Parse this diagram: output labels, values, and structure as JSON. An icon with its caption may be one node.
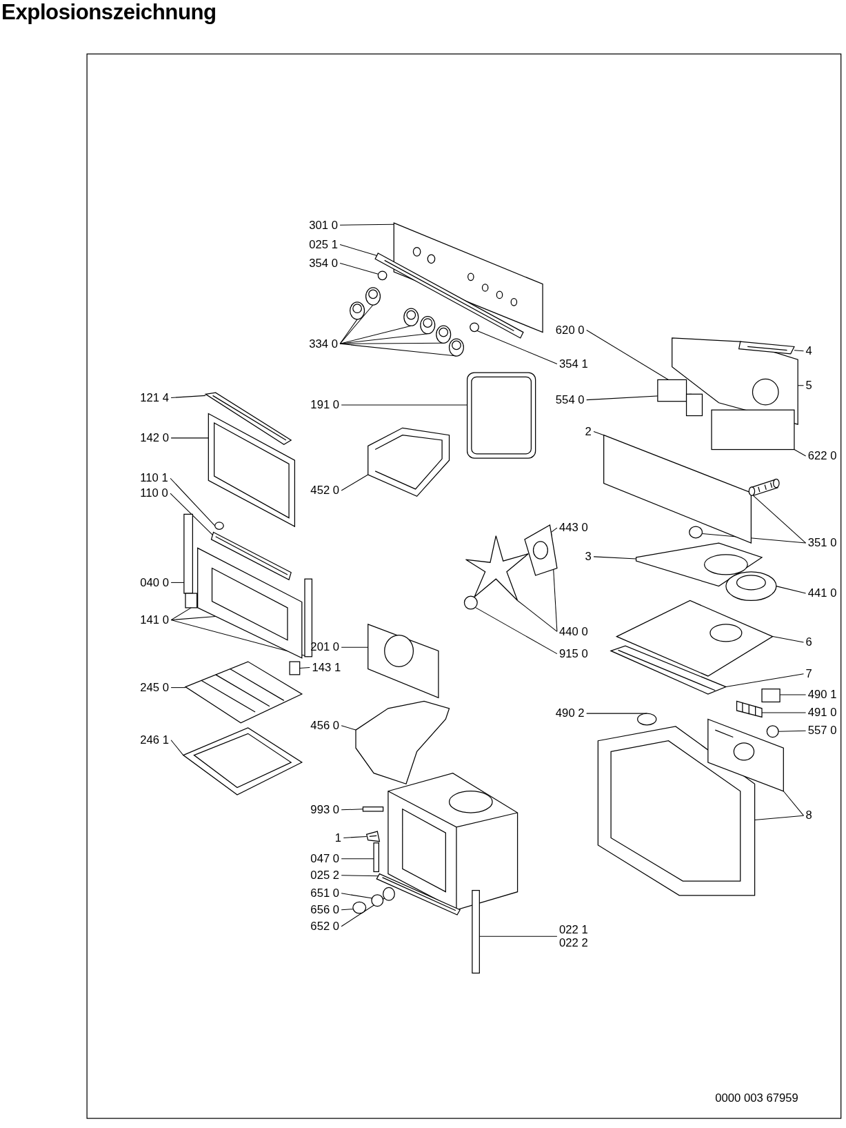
{
  "diagram": {
    "title": "Explosionszeichnung",
    "nodes": [
      {
        "text": [
          "301 0"
        ]
      },
      {
        "text": [],
        "shape": "picture"
      },
      {
        "text": [
          "025 1"
        ]
      },
      {
        "text": [],
        "shape": "picture"
      },
      {
        "text": [
          "354 0"
        ]
      },
      {
        "text": [],
        "shape": "circle"
      },
      {
        "text": [
          "334 0"
        ]
      },
      {
        "text": [],
        "shape": "picture"
      },
      {
        "text": [],
        "shape": "picture"
      },
      {
        "text": [],
        "shape": "picture"
      },
      {
        "text": [],
        "shape": "picture"
      },
      {
        "text": [],
        "shape": "picture"
      },
      {
        "text": [],
        "shape": "picture"
      },
      {
        "text": [
          "354 1"
        ]
      },
      {
        "text": [],
        "shape": "circle"
      },
      {
        "text": [
          "191 0"
        ]
      },
      {
        "text": [],
        "shape": "picture"
      },
      {
        "text": [
          "452 0"
        ]
      },
      {
        "text": [],
        "shape": "picture"
      },
      {
        "text": [
          "121 4"
        ]
      },
      {
        "text": [],
        "shape": "picture"
      },
      {
        "text": [
          "142 0"
        ]
      },
      {
        "text": [],
        "shape": "picture"
      },
      {
        "text": [
          "110 1"
        ]
      },
      {
        "text": [],
        "shape": "circle"
      },
      {
        "text": [
          "110 0"
        ]
      },
      {
        "text": [],
        "shape": "picture"
      },
      {
        "text": [
          "040 0"
        ]
      },
      {
        "text": [],
        "shape": "bar"
      },
      {
        "text": [
          "141 0"
        ]
      },
      {
        "text": [],
        "shape": "box"
      },
      {
        "text": [],
        "shape": "picture"
      },
      {
        "text": [],
        "shape": "bar"
      },
      {
        "text": [
          "143 1"
        ]
      },
      {
        "text": [],
        "shape": "box"
      },
      {
        "text": [
          "245 0"
        ]
      },
      {
        "text": [],
        "shape": "picture"
      },
      {
        "text": [
          "246 1"
        ]
      },
      {
        "text": [],
        "shape": "picture"
      },
      {
        "text": [
          "201 0"
        ]
      },
      {
        "text": [],
        "shape": "picture"
      },
      {
        "text": [
          "456 0"
        ]
      },
      {
        "text": [],
        "shape": "picture"
      },
      {
        "text": [
          "443 0"
        ]
      },
      {
        "text": [],
        "shape": "picture"
      },
      {
        "text": [
          "440 0"
        ]
      },
      {
        "text": [],
        "shape": "picture"
      },
      {
        "text": [
          "915 0"
        ]
      },
      {
        "text": [],
        "shape": "circle"
      },
      {
        "text": [
          "993 0"
        ]
      },
      {
        "text": [],
        "shape": "bar"
      },
      {
        "text": [
          "1"
        ]
      },
      {
        "text": [],
        "shape": "picture"
      },
      {
        "text": [
          "047 0"
        ]
      },
      {
        "text": [],
        "shape": "bar"
      },
      {
        "text": [
          "025 2"
        ]
      },
      {
        "text": [],
        "shape": "picture"
      },
      {
        "text": [
          "651 0"
        ]
      },
      {
        "text": [],
        "shape": "circle"
      },
      {
        "text": [
          "656 0"
        ]
      },
      {
        "text": [],
        "shape": "circle"
      },
      {
        "text": [
          "652 0"
        ]
      },
      {
        "text": [],
        "shape": "circle"
      },
      {
        "text": [
          "022 1",
          "022 2"
        ]
      },
      {
        "text": [],
        "shape": "bar"
      },
      {
        "text": [
          "620 0"
        ]
      },
      {
        "text": [],
        "shape": "box"
      },
      {
        "text": [
          "554 0"
        ]
      },
      {
        "text": [],
        "shape": "box"
      },
      {
        "text": [
          "4"
        ]
      },
      {
        "text": [],
        "shape": "picture"
      },
      {
        "text": [
          "5"
        ]
      },
      {
        "text": [],
        "shape": "picture"
      },
      {
        "text": [
          "2"
        ]
      },
      {
        "text": [],
        "shape": "picture"
      },
      {
        "text": [
          "622 0"
        ]
      },
      {
        "text": [],
        "shape": "box"
      },
      {
        "text": [
          "351 0"
        ]
      },
      {
        "text": [],
        "shape": "picture"
      },
      {
        "text": [],
        "shape": "circle"
      },
      {
        "text": [
          "3"
        ]
      },
      {
        "text": [],
        "shape": "picture"
      },
      {
        "text": [
          "441 0"
        ]
      },
      {
        "text": [],
        "shape": "picture"
      },
      {
        "text": [
          "6"
        ]
      },
      {
        "text": [],
        "shape": "picture"
      },
      {
        "text": [
          "7"
        ]
      },
      {
        "text": [],
        "shape": "picture"
      },
      {
        "text": [
          "490 1"
        ]
      },
      {
        "text": [],
        "shape": "box"
      },
      {
        "text": [
          "491 0"
        ]
      },
      {
        "text": [],
        "shape": "picture"
      },
      {
        "text": [
          "557 0"
        ]
      },
      {
        "text": [],
        "shape": "circle"
      },
      {
        "text": [
          "490 2"
        ]
      },
      {
        "text": [],
        "shape": "circle"
      },
      {
        "text": [
          "8"
        ]
      },
      {
        "text": [],
        "shape": "picture"
      },
      {
        "text": [],
        "shape": "picture"
      }
    ],
    "edges": [
      {
        "from": 0,
        "to": 1,
        "arrow": "none"
      },
      {
        "from": 2,
        "to": 3,
        "arrow": "none"
      },
      {
        "from": 4,
        "to": 5,
        "arrow": "none"
      },
      {
        "from": 6,
        "to": 7,
        "arrow": "none"
      },
      {
        "from": 6,
        "to": 8,
        "arrow": "none"
      },
      {
        "from": 6,
        "to": 9,
        "arrow": "none"
      },
      {
        "from": 6,
        "to": 10,
        "arrow": "none"
      },
      {
        "from": 6,
        "to": 11,
        "arrow": "none"
      },
      {
        "from": 6,
        "to": 12,
        "arrow": "none"
      },
      {
        "from": 13,
        "to": 14,
        "arrow": "none"
      },
      {
        "from": 15,
        "to": 16,
        "arrow": "none"
      },
      {
        "from": 17,
        "to": 18,
        "arrow": "none"
      },
      {
        "from": 19,
        "to": 20,
        "arrow": "none"
      },
      {
        "from": 21,
        "to": 22,
        "arrow": "none"
      },
      {
        "from": 23,
        "to": 24,
        "arrow": "none"
      },
      {
        "from": 25,
        "to": 26,
        "arrow": "none"
      },
      {
        "from": 27,
        "to": 28,
        "arrow": "none"
      },
      {
        "from": 29,
        "to": 30,
        "arrow": "none"
      },
      {
        "from": 29,
        "to": 31,
        "arrow": "none"
      },
      {
        "from": 29,
        "to": 32,
        "arrow": "none"
      },
      {
        "from": 33,
        "to": 34,
        "arrow": "none"
      },
      {
        "from": 35,
        "to": 36,
        "arrow": "none"
      },
      {
        "from": 37,
        "to": 38,
        "arrow": "none"
      },
      {
        "from": 39,
        "to": 40,
        "arrow": "none"
      },
      {
        "from": 41,
        "to": 42,
        "arrow": "none"
      },
      {
        "from": 43,
        "to": 44,
        "arrow": "none"
      },
      {
        "from": 45,
        "to": 44,
        "arrow": "none"
      },
      {
        "from": 45,
        "to": 46,
        "arrow": "none"
      },
      {
        "from": 47,
        "to": 48,
        "arrow": "none"
      },
      {
        "from": 49,
        "to": 50,
        "arrow": "none"
      },
      {
        "from": 51,
        "to": 52,
        "arrow": "none"
      },
      {
        "from": 53,
        "to": 54,
        "arrow": "none"
      },
      {
        "from": 55,
        "to": 56,
        "arrow": "none"
      },
      {
        "from": 57,
        "to": 58,
        "arrow": "none"
      },
      {
        "from": 59,
        "to": 60,
        "arrow": "none"
      },
      {
        "from": 61,
        "to": 62,
        "arrow": "none"
      },
      {
        "from": 63,
        "to": 64,
        "arrow": "none"
      },
      {
        "from": 65,
        "to": 66,
        "arrow": "none"
      },
      {
        "from": 67,
        "to": 68,
        "arrow": "none"
      },
      {
        "from": 69,
        "to": 70,
        "arrow": "none"
      },
      {
        "from": 71,
        "to": 72,
        "arrow": "none"
      },
      {
        "from": 73,
        "to": 74,
        "arrow": "none"
      },
      {
        "from": 75,
        "to": 76,
        "arrow": "none"
      },
      {
        "from": 77,
        "to": 78,
        "arrow": "none"
      },
      {
        "from": 77,
        "to": 79,
        "arrow": "none"
      },
      {
        "from": 80,
        "to": 81,
        "arrow": "none"
      },
      {
        "from": 82,
        "to": 83,
        "arrow": "none"
      },
      {
        "from": 84,
        "to": 85,
        "arrow": "none"
      },
      {
        "from": 86,
        "to": 87,
        "arrow": "none"
      },
      {
        "from": 88,
        "to": 89,
        "arrow": "none"
      },
      {
        "from": 90,
        "to": 91,
        "arrow": "none"
      },
      {
        "from": 92,
        "to": 93,
        "arrow": "none"
      },
      {
        "from": 94,
        "to": 95,
        "arrow": "none"
      },
      {
        "from": 96,
        "to": 97,
        "arrow": "none"
      },
      {
        "from": 96,
        "to": 98,
        "arrow": "none"
      }
    ],
    "labels": [
      "0000 003 67959"
    ]
  }
}
